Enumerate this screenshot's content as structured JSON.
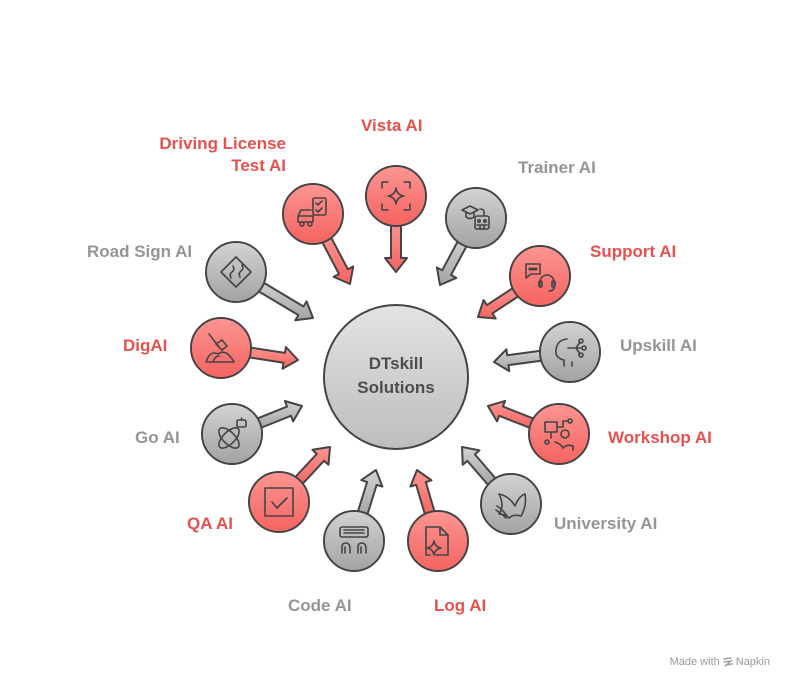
{
  "center": {
    "line1": "DTskill",
    "line2": "Solutions"
  },
  "colors": {
    "red_fill": "#f87774",
    "red_text": "#e5514f",
    "gray_fill": "#b5b5b5",
    "gray_text": "#959595",
    "stroke": "#444444"
  },
  "nodes": [
    {
      "id": "vista",
      "label": "Vista AI",
      "color": "red",
      "icon": "sparkle-focus-icon"
    },
    {
      "id": "driving",
      "label_line1": "Driving License",
      "label_line2": "Test AI",
      "color": "red",
      "icon": "car-checklist-icon"
    },
    {
      "id": "trainer",
      "label": "Trainer AI",
      "color": "gray",
      "icon": "graduation-robot-icon"
    },
    {
      "id": "roadsign",
      "label": "Road Sign AI",
      "color": "gray",
      "icon": "road-sign-icon"
    },
    {
      "id": "support",
      "label": "Support AI",
      "color": "red",
      "icon": "chat-headset-icon"
    },
    {
      "id": "dig",
      "label": "DigAI",
      "color": "red",
      "icon": "shovel-dirt-icon"
    },
    {
      "id": "upskill",
      "label": "Upskill AI",
      "color": "gray",
      "icon": "head-network-icon"
    },
    {
      "id": "go",
      "label": "Go AI",
      "color": "gray",
      "icon": "atom-robot-icon"
    },
    {
      "id": "workshop",
      "label": "Workshop AI",
      "color": "red",
      "icon": "presenter-icon"
    },
    {
      "id": "qa",
      "label": "QA AI",
      "color": "red",
      "icon": "checkbox-icon"
    },
    {
      "id": "university",
      "label": "University AI",
      "color": "gray",
      "icon": "open-book-icon"
    },
    {
      "id": "code",
      "label": "Code AI",
      "color": "gray",
      "icon": "keyboard-hands-icon"
    },
    {
      "id": "log",
      "label": "Log AI",
      "color": "red",
      "icon": "document-sparkle-icon"
    }
  ],
  "footer": {
    "prefix": "Made with",
    "brand": "Napkin"
  }
}
